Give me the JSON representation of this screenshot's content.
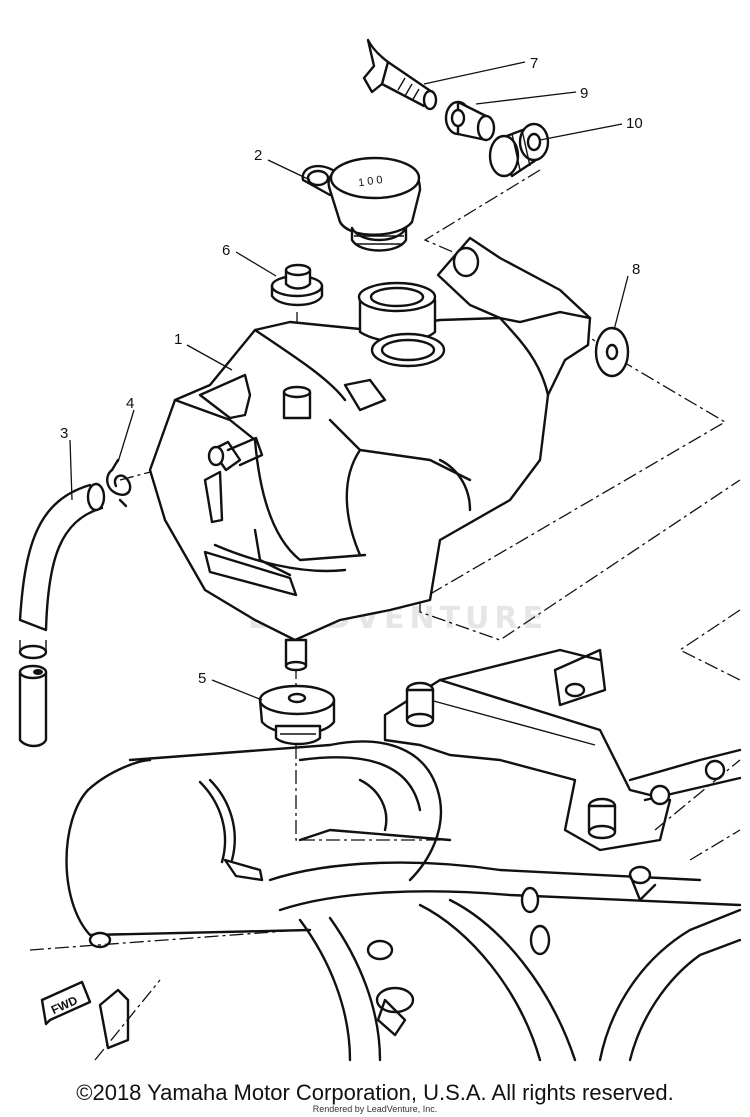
{
  "diagram": {
    "callouts": [
      {
        "id": "part-1",
        "label": "1"
      },
      {
        "id": "part-2",
        "label": "2"
      },
      {
        "id": "part-3",
        "label": "3"
      },
      {
        "id": "part-4",
        "label": "4"
      },
      {
        "id": "part-5",
        "label": "5"
      },
      {
        "id": "part-6",
        "label": "6"
      },
      {
        "id": "part-7",
        "label": "7"
      },
      {
        "id": "part-8",
        "label": "8"
      },
      {
        "id": "part-9",
        "label": "9"
      },
      {
        "id": "part-10",
        "label": "10"
      }
    ],
    "fwd_label": "FWD",
    "watermark": "LEADVENTURE",
    "copyright": "©2018 Yamaha Motor Corporation, U.S.A. All rights reserved.",
    "rendered_by": "Rendered by LeadVenture, Inc."
  }
}
